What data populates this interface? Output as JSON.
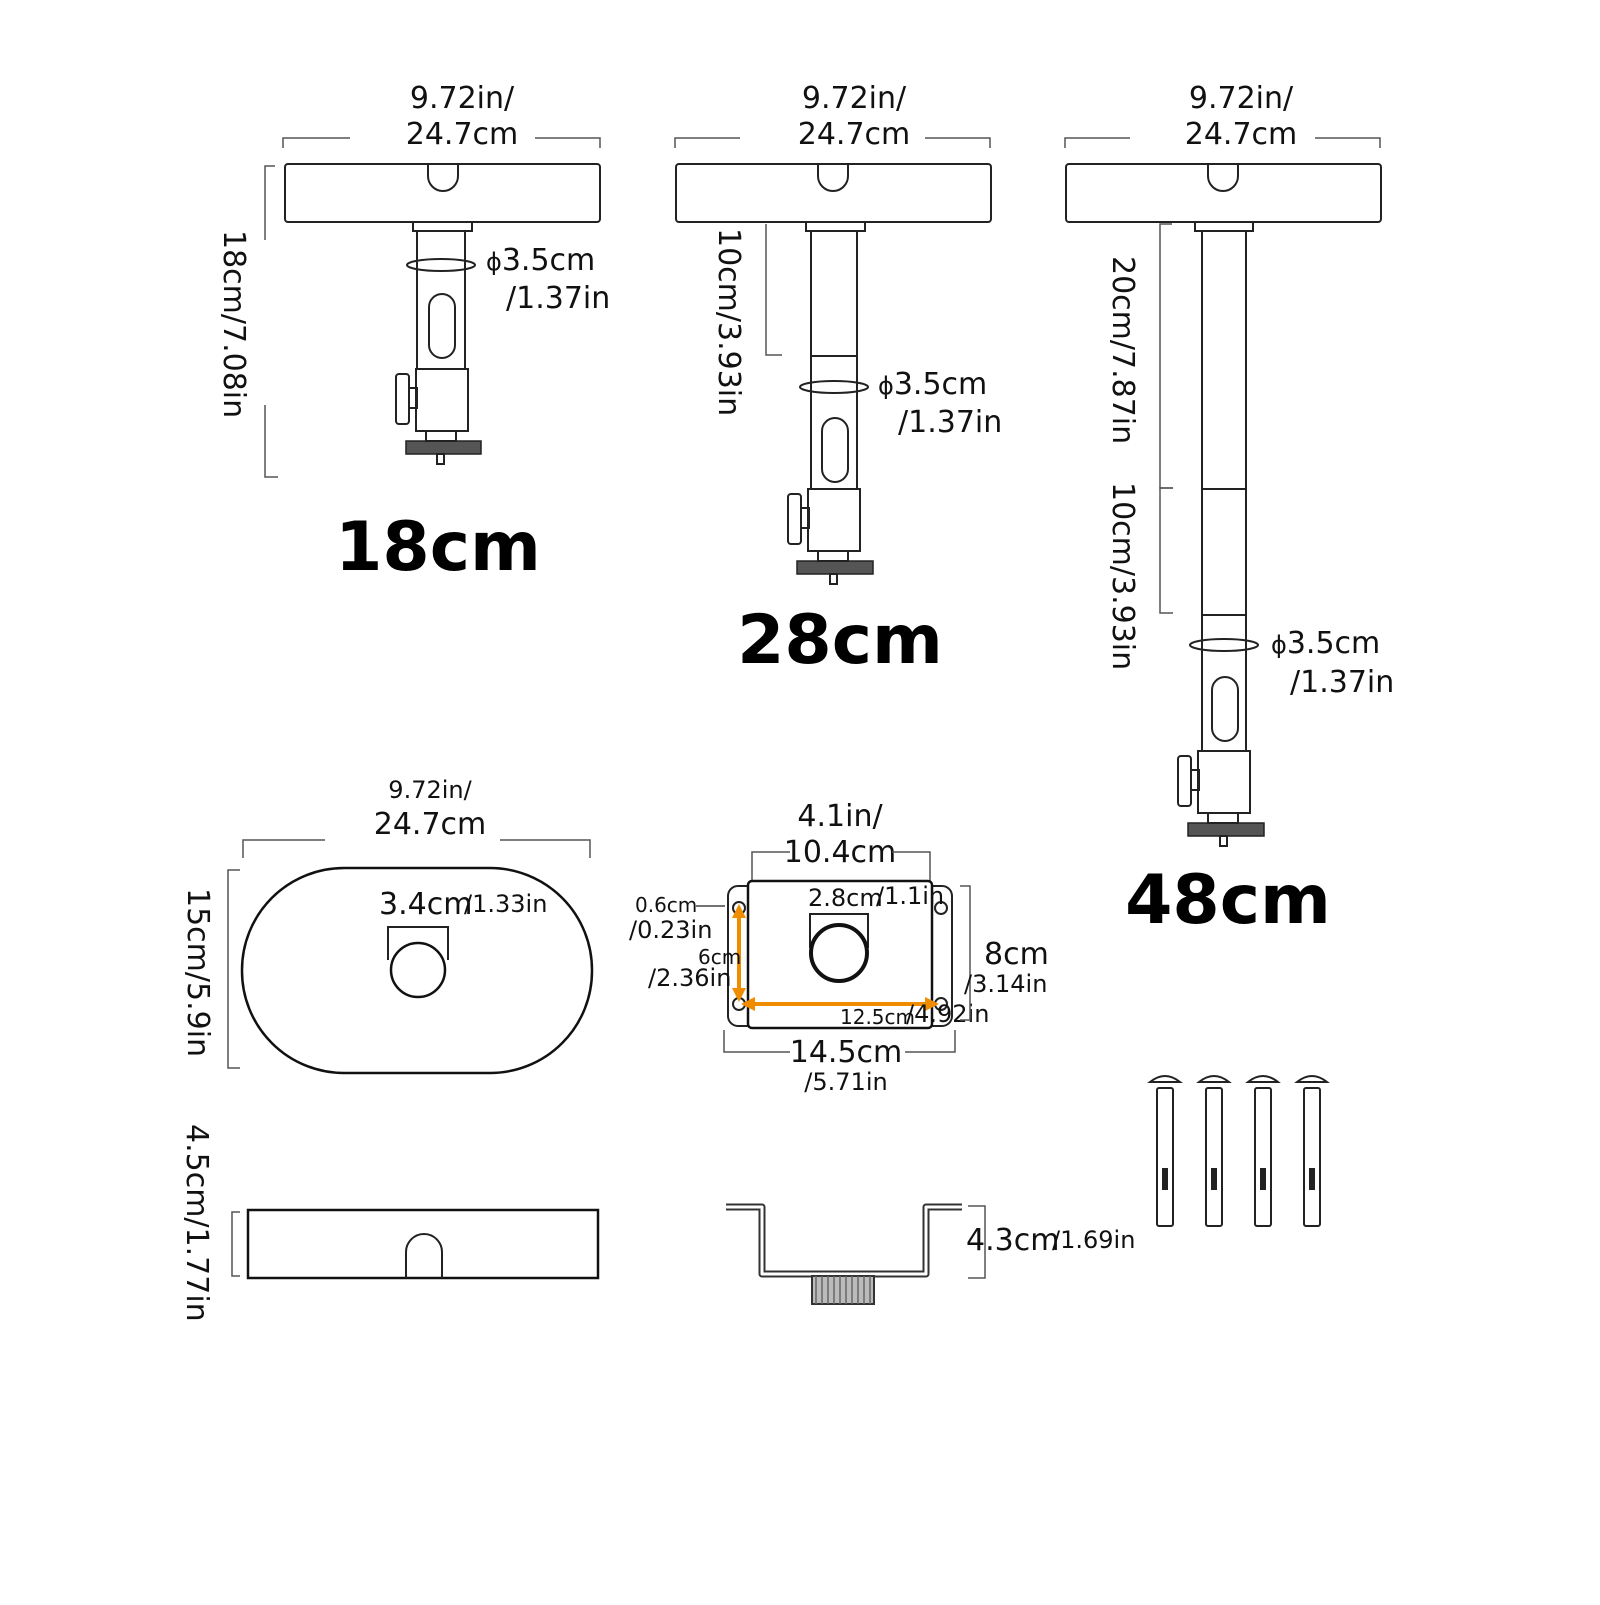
{
  "mounts": [
    {
      "label": "18cm",
      "width_top": "9.72in/",
      "width_bottom": "24.7cm",
      "height_label": "18cm/7.08in",
      "diam_top": "3.5cm",
      "diam_bottom": "/1.37in"
    },
    {
      "label": "28cm",
      "width_top": "9.72in/",
      "width_bottom": "24.7cm",
      "extension_label": "10cm/3.93in",
      "diam_top": "3.5cm",
      "diam_bottom": "/1.37in"
    },
    {
      "label": "48cm",
      "width_top": "9.72in/",
      "width_bottom": "24.7cm",
      "extension_label_1": "20cm/7.87in",
      "extension_label_2": "10cm/3.93in",
      "diam_top": "3.5cm",
      "diam_bottom": "/1.37in"
    }
  ],
  "diameter_symbol": "ϕ",
  "top_plate": {
    "width_top": "9.72in/",
    "width_bottom": "24.7cm",
    "height_label": "15cm/5.9in",
    "hole_cm": "3.4cm",
    "hole_in": "/1.33in"
  },
  "base_plate": {
    "width_top": "4.1in/",
    "width_bottom": "10.4cm",
    "hole_cm": "2.8cm",
    "hole_in": "/1.1in",
    "slot_cm": "0.6cm",
    "slot_in": "/0.23in",
    "vspace_cm": "6cm",
    "vspace_in": "/2.36in",
    "hspace_cm": "12.5cm",
    "hspace_in": "/4.92in",
    "height_cm": "8cm",
    "height_in": "/3.14in",
    "length_cm": "14.5cm",
    "length_in": "/5.71in"
  },
  "side_plate": {
    "height_label": "4.5cm/1.77in"
  },
  "bracket": {
    "height_cm": "4.3cm",
    "height_in": "/1.69in"
  },
  "colors": {
    "line": "#222222",
    "accent": "#f08c00"
  }
}
